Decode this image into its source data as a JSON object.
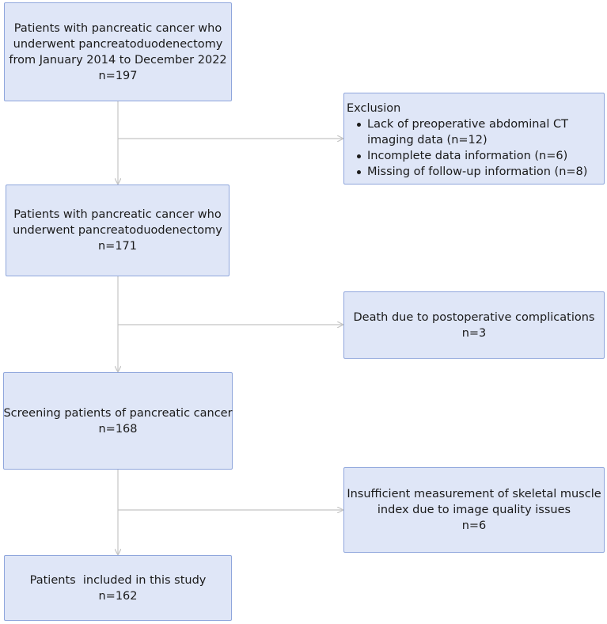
{
  "boxes": {
    "step1": {
      "lines": [
        "Patients with pancreatic cancer who",
        "underwent pancreatoduodenectomy",
        "from January 2014 to December 2022",
        "n=197"
      ]
    },
    "exclusion1": {
      "title": "Exclusion",
      "items": [
        [
          "Lack of preoperative abdominal CT",
          "imaging data (n=12)"
        ],
        [
          "Incomplete data information (n=6)"
        ],
        [
          "Missing of follow-up information (n=8)"
        ]
      ]
    },
    "step2": {
      "lines": [
        "Patients with pancreatic cancer who",
        "underwent pancreatoduodenectomy",
        "n=171"
      ]
    },
    "exclusion2": {
      "lines": [
        "Death due to postoperative complications",
        "n=3"
      ]
    },
    "step3": {
      "lines": [
        "Screening patients of pancreatic cancer",
        "n=168"
      ]
    },
    "exclusion3": {
      "lines": [
        "Insufficient measurement of skeletal muscle",
        "index due to image quality issues",
        "n=6"
      ]
    },
    "step4": {
      "lines": [
        "Patients  included in this study",
        "n=162"
      ]
    }
  },
  "colors": {
    "box_fill": "#dfe6f7",
    "box_border": "#8fa6dc",
    "connector": "#c4c4c4"
  }
}
